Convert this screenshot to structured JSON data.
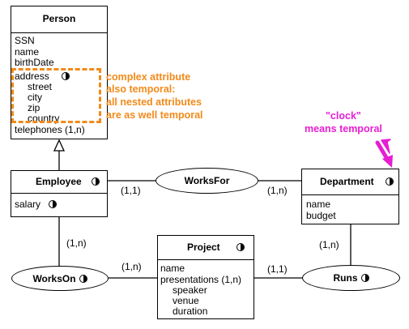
{
  "entities": {
    "person": {
      "title": "Person",
      "attributes": [
        "SSN",
        "name",
        "birthDate",
        "address",
        "street",
        "city",
        "zip",
        "country",
        "telephones (1,n)"
      ]
    },
    "employee": {
      "title": "Employee",
      "attributes": [
        "salary"
      ]
    },
    "department": {
      "title": "Department",
      "attributes": [
        "name",
        "budget"
      ]
    },
    "project": {
      "title": "Project",
      "attributes": [
        "name",
        "presentations (1,n)",
        "speaker",
        "venue",
        "duration"
      ]
    }
  },
  "relationships": {
    "works_for": "WorksFor",
    "works_on": "WorksOn",
    "runs": "Runs"
  },
  "cardinalities": {
    "works_for_employee": "(1,1)",
    "works_for_department": "(1,n)",
    "works_on_employee": "(1,n)",
    "works_on_project": "(1,n)",
    "runs_project": "(1,1)",
    "runs_department": "(1,n)"
  },
  "annotations": {
    "complex_attribute": [
      "complex attribute",
      "also temporal:",
      "all nested attributes",
      "are as well temporal"
    ],
    "clock": [
      "\"clock\"",
      "means temporal"
    ]
  },
  "colors": {
    "orange": "#f28a1a",
    "magenta": "#e61ed2"
  },
  "icons": {
    "temporal": "clock-icon"
  }
}
